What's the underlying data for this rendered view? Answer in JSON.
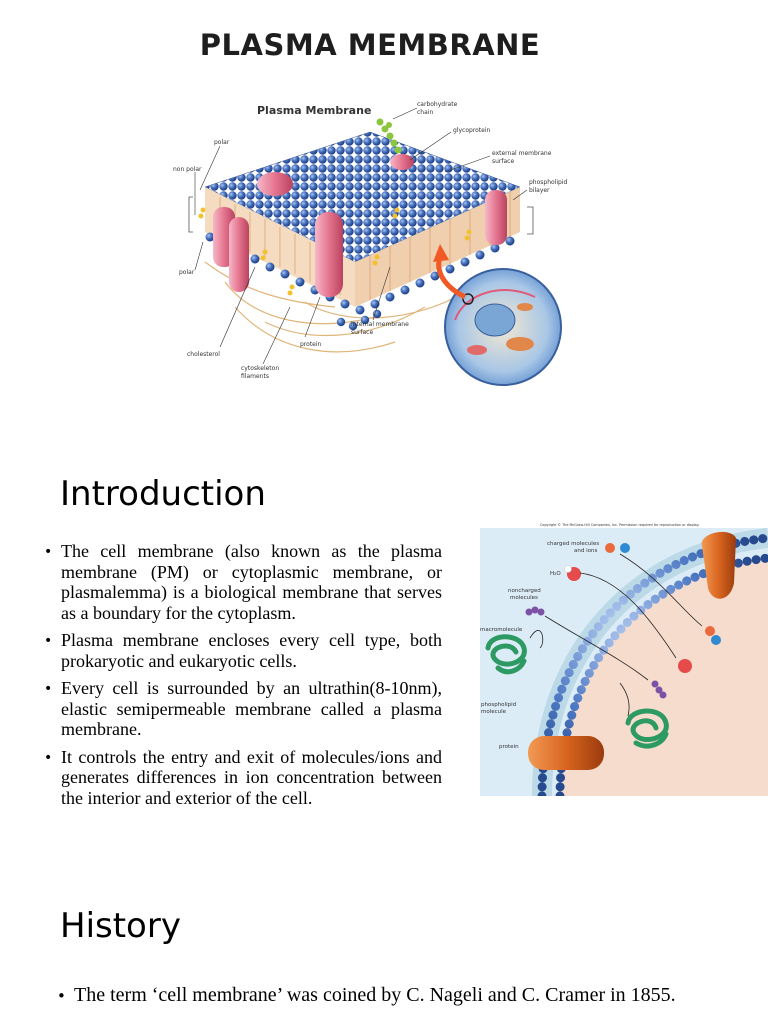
{
  "slide1": {
    "title": "PLASMA MEMBRANE",
    "figure": {
      "title": "Plasma Membrane",
      "labels": {
        "carbohydrate_chain": [
          "carbohydrate",
          "chain"
        ],
        "glycoprotein": "glycoprotein",
        "external_surface": [
          "external membrane",
          "surface"
        ],
        "phospholipid_bilayer": [
          "phospholipid",
          "bilayer"
        ],
        "polar_top": "polar",
        "non_polar": "non polar",
        "polar_bottom": "polar",
        "cholesterol": "cholesterol",
        "protein": "protein",
        "cytoskeleton": [
          "cytoskeleton",
          "filaments"
        ],
        "internal_surface": [
          "internal membrane",
          "surface"
        ]
      }
    }
  },
  "slide2": {
    "heading": "Introduction",
    "bullets": [
      "The cell membrane (also known as the plasma membrane (PM) or cytoplasmic membrane, or plasmalemma) is a biological membrane that serves as a boundary for the cytoplasm.",
      "Plasma membrane encloses every cell type, both prokaryotic and eukaryotic cells.",
      "Every cell is surrounded by an ultrathin(8-10nm), elastic semipermeable membrane called a plasma membrane.",
      "It controls the entry and exit of molecules/ions and generates differences in ion concentration between the interior and exterior of the cell."
    ],
    "figure": {
      "copyright": "Copyright © The McGraw-Hill Companies, Inc. Permission required for reproduction or display.",
      "labels": {
        "charged": [
          "charged molecules",
          "and ions"
        ],
        "h2o": "H₂O",
        "noncharged": [
          "noncharged",
          "molecules"
        ],
        "macromolecule": "macromolecule",
        "phospholipid": [
          "phospholipid",
          "molecule"
        ],
        "protein": "protein"
      }
    }
  },
  "slide3": {
    "heading": "History",
    "bullets": [
      "The term ‘cell membrane’ was coined by C. Nageli and C. Cramer in 1855."
    ]
  },
  "colors": {
    "phospholipid_head": "#3e66b3",
    "protein_pink": "#e0708e",
    "cytoplasm_bg": "#f6dccd",
    "channel_orange": "#d9651f",
    "macromolecule_green": "#2d9a64"
  }
}
